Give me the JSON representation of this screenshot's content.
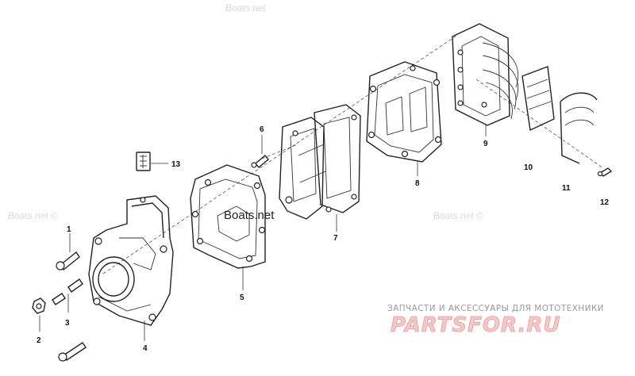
{
  "watermarks": {
    "top": "Boats.net",
    "left": "Boats.net ©",
    "center": "Boats.net",
    "right": "Boats.net ©"
  },
  "callouts": {
    "n1": "1",
    "n2": "2",
    "n3": "3",
    "n4": "4",
    "n5": "5",
    "n6": "6",
    "n7": "7",
    "n8": "8",
    "n9": "9",
    "n10": "10",
    "n11": "11",
    "n12": "12",
    "n13": "13"
  },
  "branding": {
    "tagline": "ЗАПЧАСТИ И АКСЕССУАРЫ ДЛЯ МОТОТЕХНИКИ",
    "logo": "PARTSFOR.RU"
  }
}
